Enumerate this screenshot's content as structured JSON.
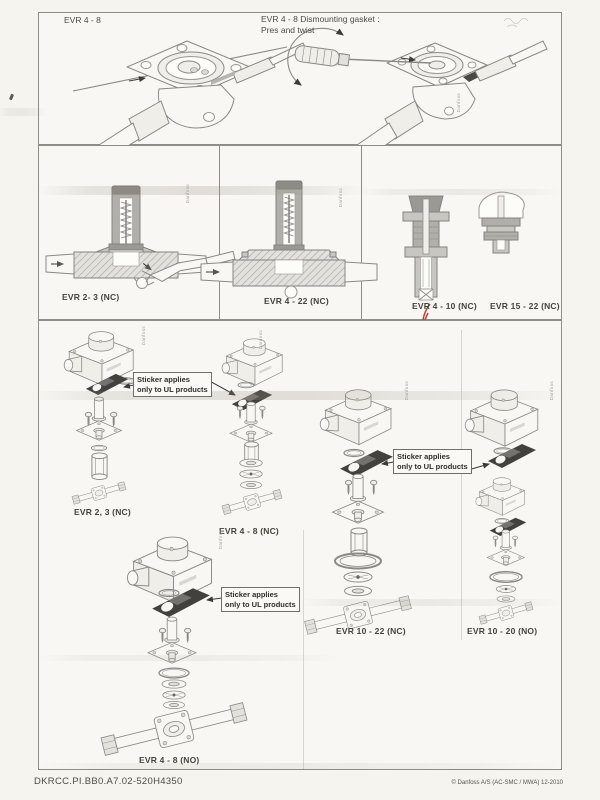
{
  "top_section": {
    "valve_label": "EVR 4 - 8",
    "instruction_line1": "EVR 4 - 8 Dismounting gasket :",
    "instruction_line2": "Pres and twist"
  },
  "cross_sections": {
    "panel1_label": "EVR 2- 3 (NC)",
    "panel2_label": "EVR 4 - 22 (NC)",
    "panel3_label_a": "EVR 4 - 10 (NC)",
    "panel3_label_b": "EVR 15 - 22 (NC)"
  },
  "exploded_views": {
    "v1_label": "EVR 2, 3 (NC)",
    "v2_label": "EVR 4 - 8 (NC)",
    "v3_label": "EVR 10 - 22 (NC)",
    "v4_label": "EVR 10 - 20 (NO)",
    "v5_label": "EVR 4 - 8 (NO)"
  },
  "sticker_note": {
    "line1": "Sticker applies",
    "line2": "only to UL products"
  },
  "watermark": "Danfoss",
  "footer": {
    "doc_number": "DKRCC.PI.BB0.A7.02-520H4350",
    "copyright": "© Danfoss A/S (AC-SMC / MWA) 12-2010"
  },
  "colors": {
    "paper": "#f5f4ef",
    "line_art": "#8a8984",
    "label_text": "#45443c",
    "sticker_dark": "#42413d",
    "red_mark": "#b3433c"
  }
}
